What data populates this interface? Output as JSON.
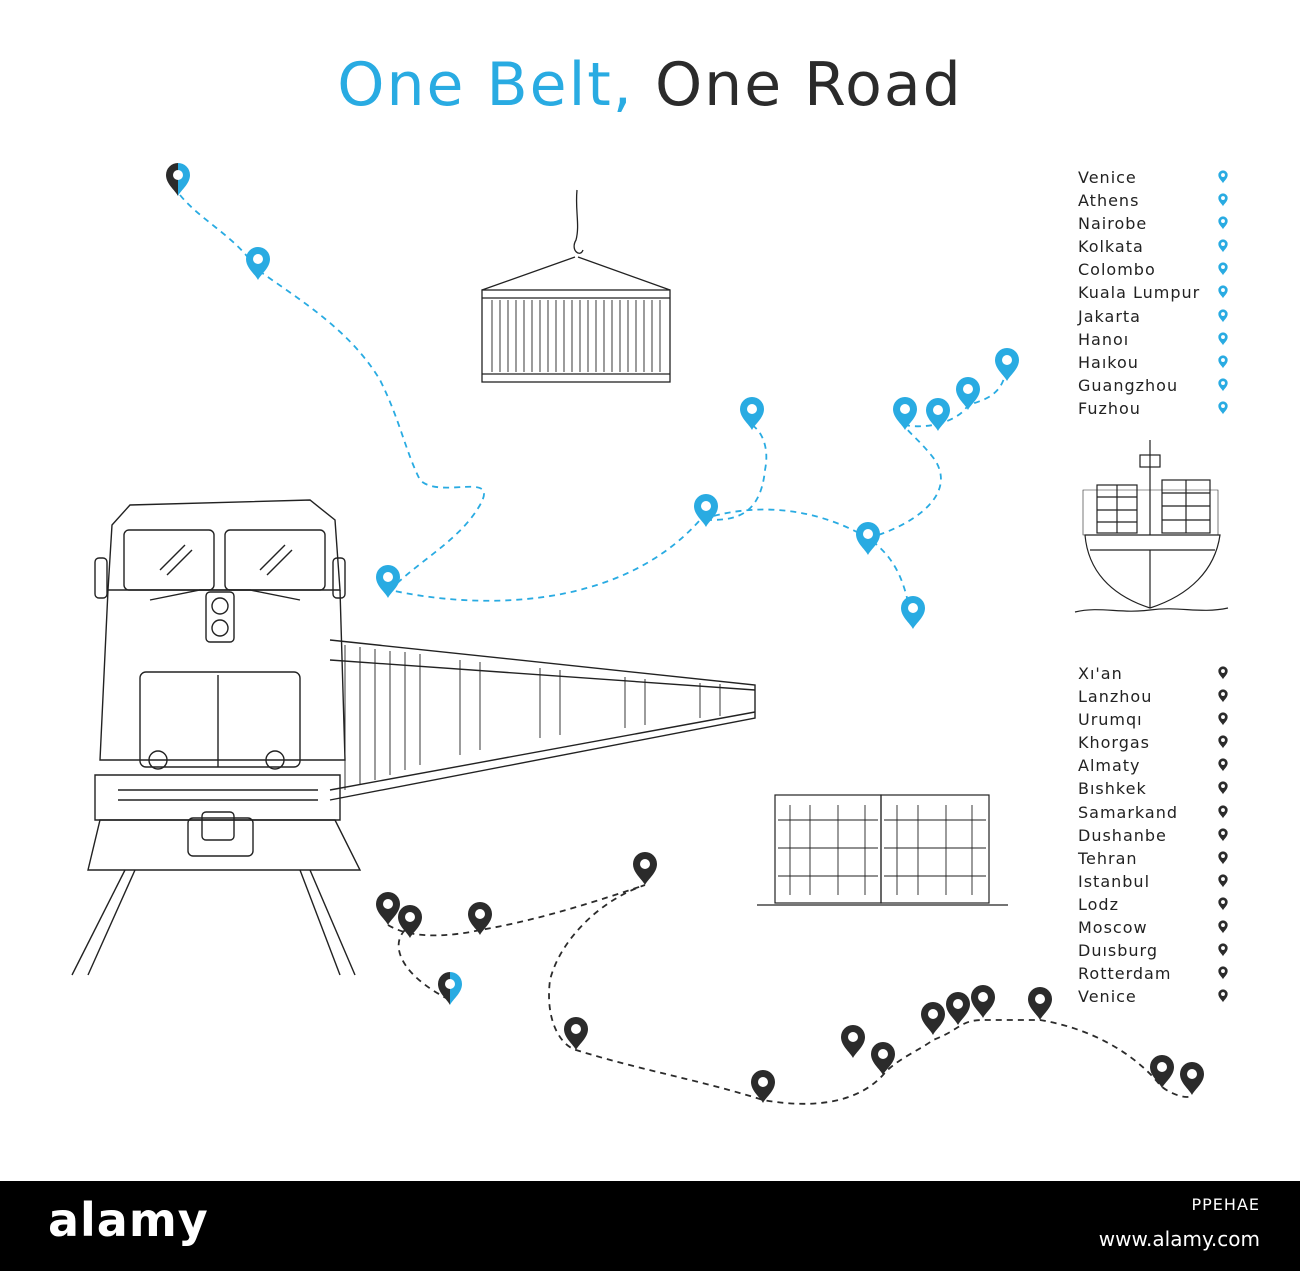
{
  "title": {
    "part1": "One Belt,",
    "part2": "One Road"
  },
  "colors": {
    "maritime": "#29abe2",
    "land": "#2b2b2b",
    "background": "#ffffff"
  },
  "maritime_route": {
    "cities": [
      "Venice",
      "Athens",
      "Nairobe",
      "Kolkata",
      "Colombo",
      "Kuala Lumpur",
      "Jakarta",
      "Hanoı",
      "Haıkou",
      "Guangzhou",
      "Fuzhou"
    ]
  },
  "land_route": {
    "cities": [
      "Xı'an",
      "Lanzhou",
      "Urumqı",
      "Khorgas",
      "Almaty",
      "Bıshkek",
      "Samarkand",
      "Dushanbe",
      "Tehran",
      "Istanbul",
      "Lodz",
      "Moscow",
      "Duısburg",
      "Rotterdam",
      "Venice"
    ]
  },
  "icons": [
    "train-icon",
    "shipping-container-crane-icon",
    "cargo-ship-icon",
    "container-stack-icon",
    "map-pin-icon"
  ],
  "watermark": {
    "logo": "alamy",
    "url": "www.alamy.com",
    "code": "PPEHAE"
  }
}
